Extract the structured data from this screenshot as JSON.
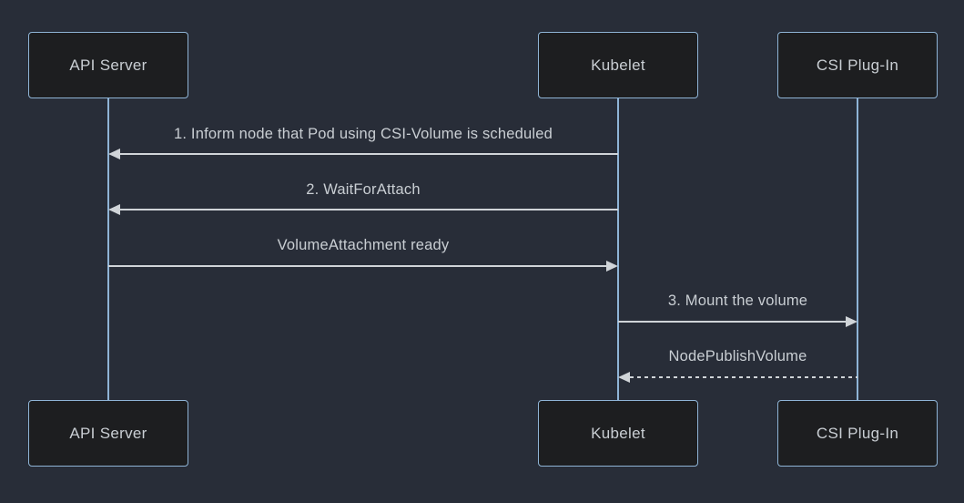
{
  "diagram": {
    "type": "sequence-diagram",
    "colors": {
      "background": "#282d38",
      "box_fill": "#1d1e20",
      "box_border": "#8fb4d6",
      "line_color": "#d0d4d8",
      "text_color": "#c9ced3"
    },
    "actors": [
      {
        "id": "api-server",
        "label": "API Server"
      },
      {
        "id": "kubelet",
        "label": "Kubelet"
      },
      {
        "id": "csi-plugin",
        "label": "CSI Plug-In"
      }
    ],
    "messages": [
      {
        "label": "1. Inform node that Pod using CSI-Volume is scheduled",
        "from": "kubelet",
        "to": "api-server",
        "style": "solid"
      },
      {
        "label": "2. WaitForAttach",
        "from": "kubelet",
        "to": "api-server",
        "style": "solid"
      },
      {
        "label": "VolumeAttachment ready",
        "from": "api-server",
        "to": "kubelet",
        "style": "solid"
      },
      {
        "label": "3. Mount the volume",
        "from": "kubelet",
        "to": "csi-plugin",
        "style": "solid"
      },
      {
        "label": "NodePublishVolume",
        "from": "csi-plugin",
        "to": "kubelet",
        "style": "dashed"
      }
    ]
  }
}
